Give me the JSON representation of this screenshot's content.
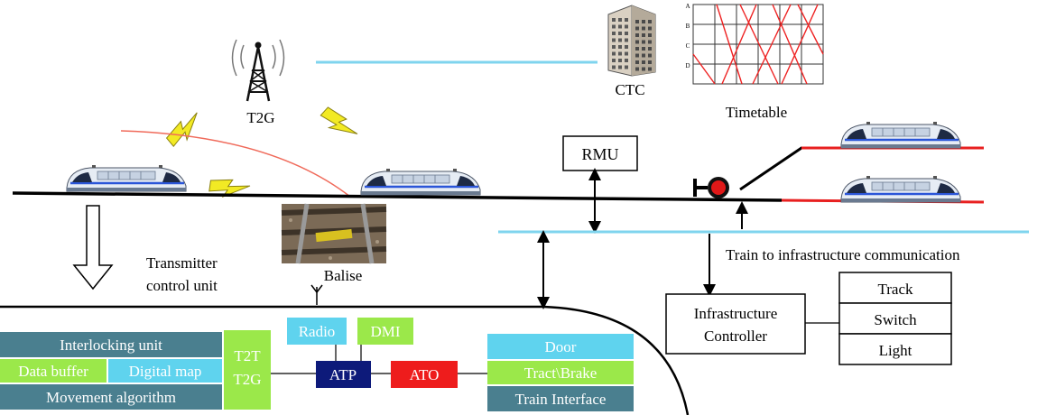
{
  "labels": {
    "t2g": "T2G",
    "ctc": "CTC",
    "timetable": "Timetable",
    "rmu": "RMU",
    "transmitter_line1": "Transmitter",
    "transmitter_line2": "control unit",
    "balise": "Balise",
    "train_infra_comm": "Train to infrastructure communication"
  },
  "timetable_grid": {
    "rows": [
      "A",
      "B",
      "C",
      "D"
    ],
    "columns": 6
  },
  "infrastructure": {
    "controller_line1": "Infrastructure",
    "controller_line2": "Controller",
    "items": [
      "Track",
      "Switch",
      "Light"
    ]
  },
  "onboard": {
    "left_stack": {
      "interlocking": "Interlocking unit",
      "data_buffer": "Data buffer",
      "digital_map": "Digital map",
      "movement": "Movement algorithm"
    },
    "t2t_line1": "T2T",
    "t2t_line2": "T2G",
    "radio": "Radio",
    "dmi": "DMI",
    "atp": "ATP",
    "ato": "ATO",
    "right_stack": {
      "door": "Door",
      "tract_brake": "Tract\\Brake",
      "train_interface": "Train  Interface"
    }
  },
  "colors": {
    "teal": "#4a7f8f",
    "green": "#9be84a",
    "cyan": "#5fd3ee",
    "navy": "#0d1a7a",
    "red": "#ee1c1c",
    "rail_red": "#e82020",
    "signal_red": "#e01818",
    "comm_line": "#7fd4ee"
  }
}
